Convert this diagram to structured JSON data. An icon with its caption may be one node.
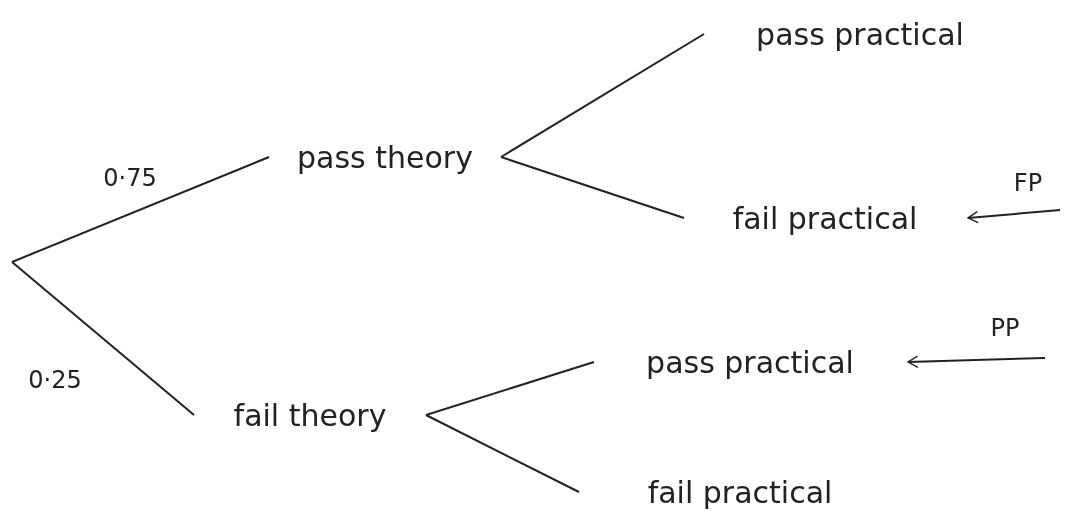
{
  "diagram": {
    "nodes": [
      {
        "text": [
          "pass theory"
        ]
      },
      {
        "text": [
          "fail theory"
        ]
      },
      {
        "text": [
          "pass practical"
        ]
      },
      {
        "text": [
          "fail practical"
        ]
      },
      {
        "text": [
          "pass practical"
        ]
      },
      {
        "text": [
          "fail practical"
        ]
      }
    ],
    "edges": [
      {
        "from": null,
        "to": 0,
        "arrow": "none",
        "label": "0·75"
      },
      {
        "from": null,
        "to": 1,
        "arrow": "none",
        "label": "0·25"
      },
      {
        "from": 0,
        "to": 2,
        "arrow": "none"
      },
      {
        "from": 0,
        "to": 3,
        "arrow": "none"
      },
      {
        "from": 1,
        "to": 4,
        "arrow": "none"
      },
      {
        "from": 1,
        "to": 5,
        "arrow": "none"
      },
      {
        "from": null,
        "to": 3,
        "arrow": "to",
        "label": "FP"
      },
      {
        "from": null,
        "to": 4,
        "arrow": "to",
        "label": "PP"
      }
    ]
  }
}
